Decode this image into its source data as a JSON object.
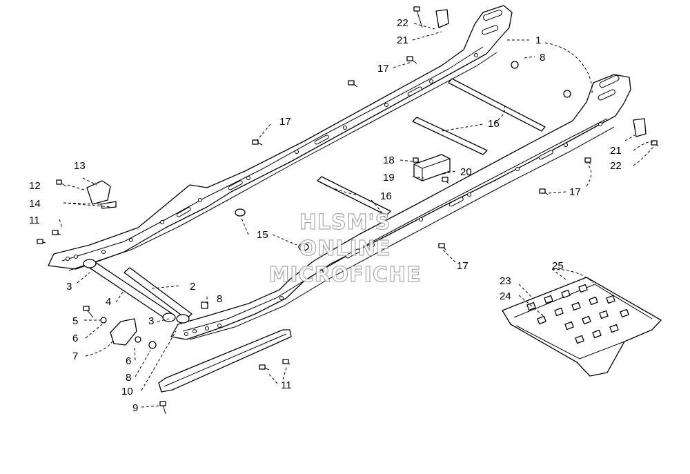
{
  "callouts": {
    "c1": "1",
    "c2": "2",
    "c3a": "3",
    "c3b": "3",
    "c4": "4",
    "c5": "5",
    "c6a": "6",
    "c6b": "6",
    "c7": "7",
    "c8a": "8",
    "c8b": "8",
    "c8c": "8",
    "c9": "9",
    "c10": "10",
    "c11a": "11",
    "c11b": "11",
    "c12": "12",
    "c13": "13",
    "c14": "14",
    "c15": "15",
    "c16a": "16",
    "c16b": "16",
    "c17a": "17",
    "c17b": "17",
    "c17c": "17",
    "c17d": "17",
    "c18": "18",
    "c19": "19",
    "c20": "20",
    "c21a": "21",
    "c21b": "21",
    "c22a": "22",
    "c22b": "22",
    "c23": "23",
    "c24": "24",
    "c25": "25"
  },
  "watermark": {
    "line1": "HLSM'S",
    "line2": "ONLINE",
    "line3": "MICROFICHE"
  }
}
